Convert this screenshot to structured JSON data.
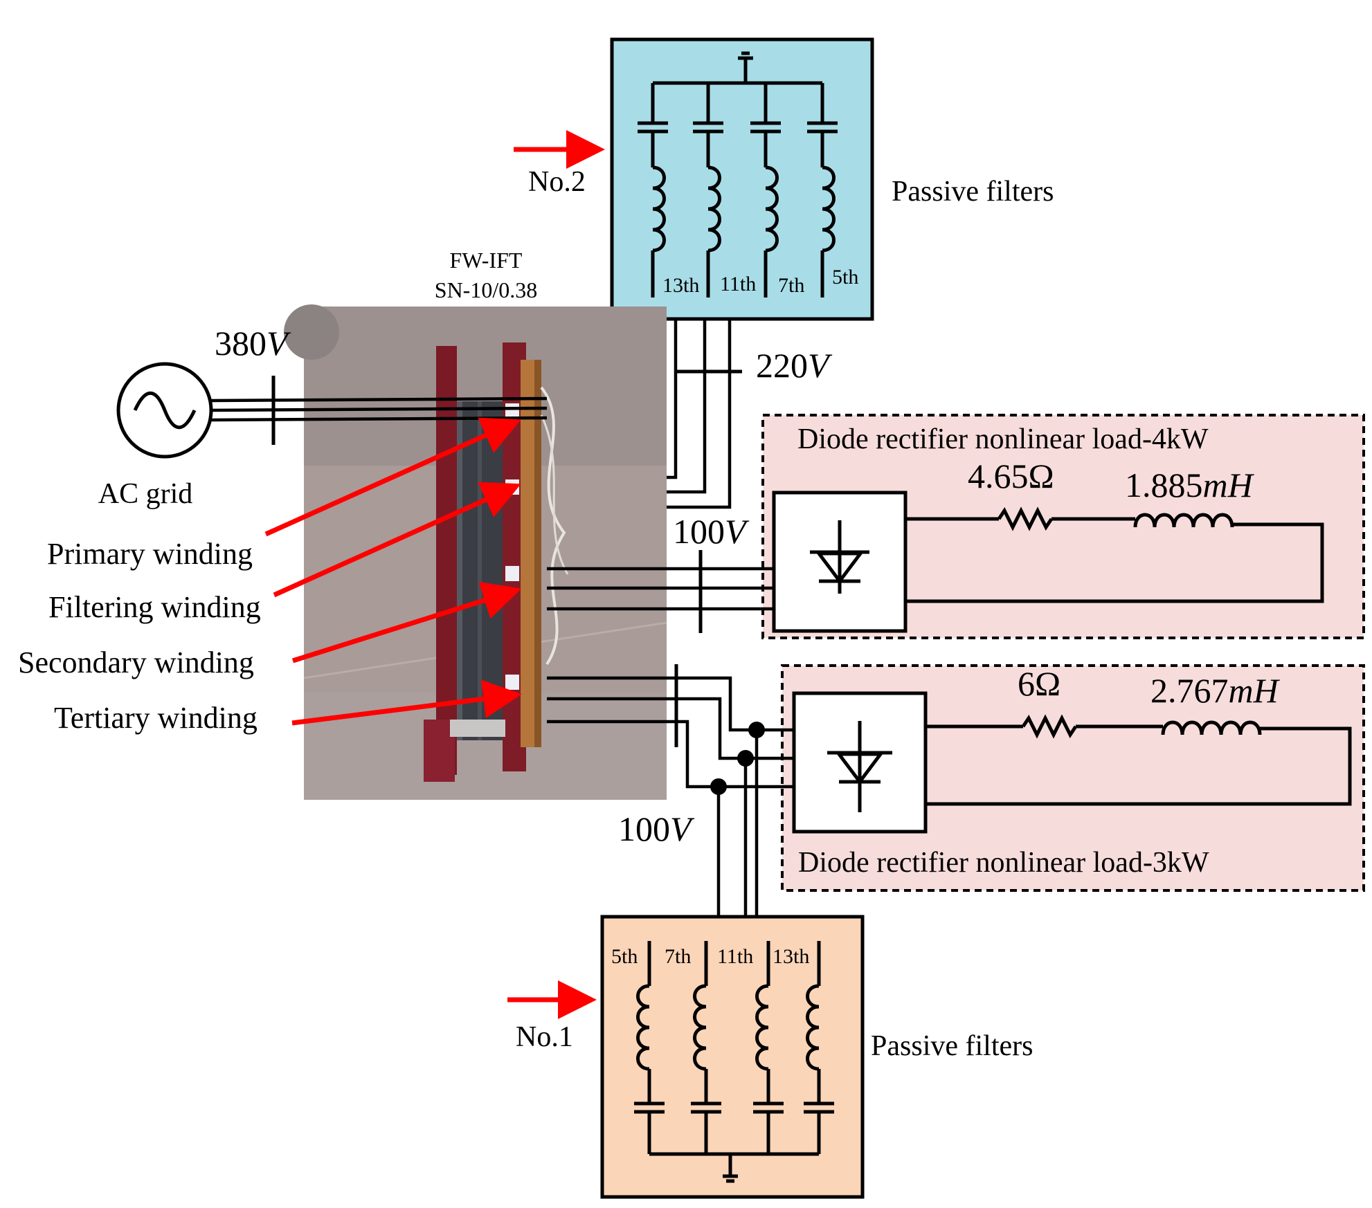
{
  "labels": {
    "no2": "No.2",
    "no1": "No.1",
    "passive_filters_top": "Passive filters",
    "passive_filters_bottom": "Passive filters",
    "transformer_name": "FW-IFT",
    "transformer_rating": "SN-10/0.38",
    "ac_grid": "AC grid",
    "primary": "Primary winding",
    "filtering": "Filtering winding",
    "secondary": "Secondary winding",
    "tertiary": "Tertiary winding",
    "load_4kw": "Diode rectifier nonlinear load-4kW",
    "load_3kw": "Diode rectifier nonlinear load-3kW",
    "r1": "4.65Ω",
    "r2": "6Ω",
    "l1_num": "1.885",
    "l1_unit": "mH",
    "l2_num": "2.767",
    "l2_unit": "mH"
  },
  "voltages": [
    {
      "num": "380",
      "unit": "V"
    },
    {
      "num": "220",
      "unit": "V"
    },
    {
      "num": "100",
      "unit": "V"
    },
    {
      "num": "100",
      "unit": "V"
    }
  ],
  "harmonics_top": [
    "13th",
    "11th",
    "7th",
    "5th"
  ],
  "harmonics_bottom": [
    "5th",
    "7th",
    "11th",
    "13th"
  ],
  "colors": {
    "filter_top_fill": "#a8dde8",
    "filter_bottom_fill": "#fbd5b8",
    "load_fill": "#f7dcdc",
    "arrow": "#ff0000"
  }
}
